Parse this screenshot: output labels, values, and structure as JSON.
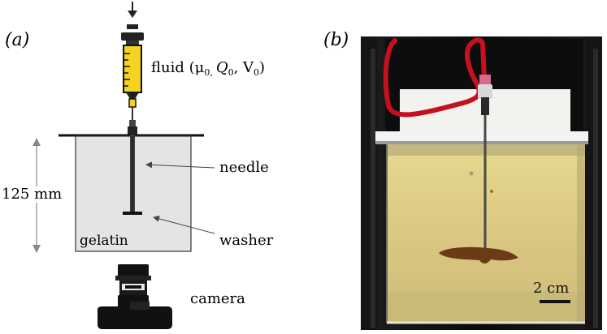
{
  "panel_a": {
    "tag": "(a)",
    "fluid_label": "fluid (μ",
    "fluid_mu_sub": "0,",
    "fluid_Q": "Q",
    "fluid_Q_sub": "0",
    "fluid_V": ", V",
    "fluid_V_sub": "0",
    "fluid_close": ")",
    "dimension_label": "125 mm",
    "needle_label": "needle",
    "washer_label": "washer",
    "gelatin_label": "gelatin",
    "camera_label": "camera"
  },
  "panel_b": {
    "tag": "(b)",
    "scale_bar_label": "2 cm"
  },
  "colors": {
    "syringe_fluid": "#f4d321",
    "gelatin_box": "#e4e4e6",
    "tube_red": "#c4101f",
    "gelatin_photo": "#d9c98a",
    "injected_fluid": "#6b3a16"
  }
}
